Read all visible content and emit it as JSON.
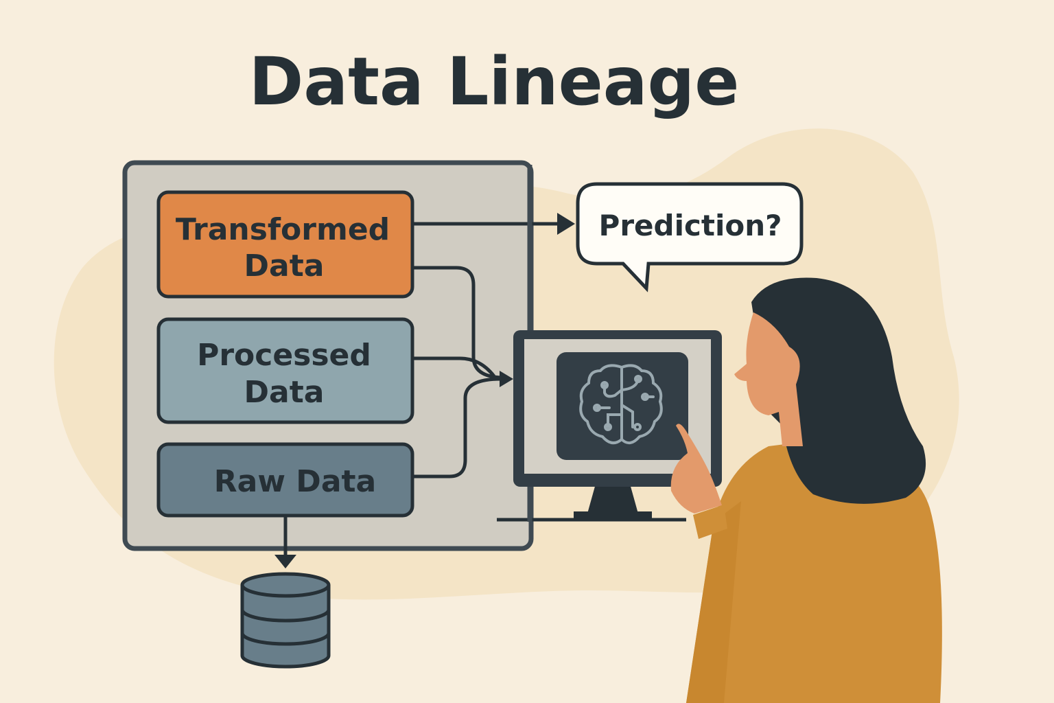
{
  "title": "Data Lineage",
  "layers": [
    {
      "line1": "Transformed",
      "line2": "Data",
      "color": "#e08848"
    },
    {
      "line1": "Processed",
      "line2": "Data",
      "color": "#8fa6ad"
    },
    {
      "line1": "Raw Data",
      "line2": "",
      "color": "#687e8a"
    }
  ],
  "speech_bubble": "Prediction?",
  "icons": [
    "database-icon",
    "brain-circuit-icon",
    "person-illustration"
  ],
  "colors": {
    "background": "#f8eedd",
    "dark": "#263036",
    "panel": "#d0ccc2",
    "sweater": "#cf8f38",
    "skin": "#e39a6b"
  }
}
